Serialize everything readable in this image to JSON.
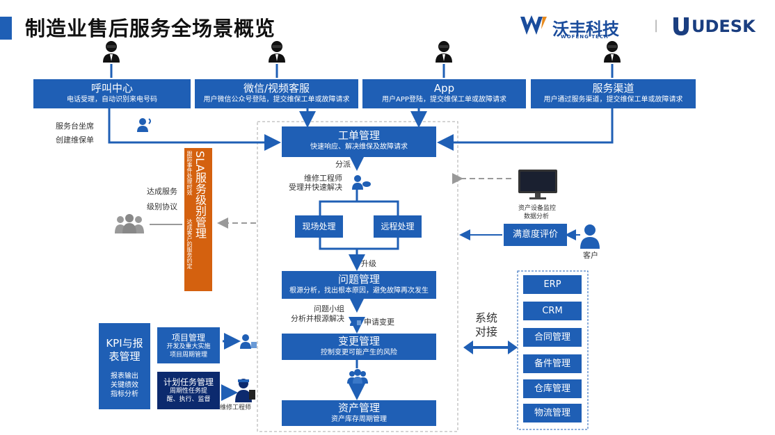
{
  "header": {
    "title": "制造业售后服务全场景概览",
    "logo_wofeng": "沃丰科技",
    "logo_wofeng_sub": "WOFENG TECH",
    "logo_divider": "|",
    "logo_udesk": "UDESK"
  },
  "channels": [
    {
      "title": "呼叫中心",
      "subtitle": "电话受理，自动识别来电号码"
    },
    {
      "title": "微信/视频客服",
      "subtitle": "用户微信公众号登陆，提交维保工单或故障请求"
    },
    {
      "title": "App",
      "subtitle": "用户APP登陆，提交维保工单或故障请求"
    },
    {
      "title": "服务渠道",
      "subtitle": "用户通过服务渠道，提交维保工单或故障请求"
    }
  ],
  "left_labels": {
    "service_desk": "服务台坐席",
    "create_ticket": "创建维保单",
    "sla_reach_1": "达成服务",
    "sla_reach_2": "级别协议"
  },
  "sla": {
    "title": "SLA服务级别管理",
    "note_1": "跟踪事件处理时效",
    "note_2": "达成客户的服务约定"
  },
  "flow": {
    "ticket": {
      "title": "工单管理",
      "subtitle": "快速响应、解决维保及故障请求"
    },
    "dispatch": "分派",
    "engineer_1": "维修工程师",
    "engineer_2": "受理并快速解决",
    "onsite": "现场处理",
    "remote": "远程处理",
    "upgrade": "升级",
    "problem": {
      "title": "问题管理",
      "subtitle": "根源分析，找出根本原因，避免故障再次发生"
    },
    "group_1": "问题小组",
    "group_2": "分析并根源解决",
    "apply_change": "申请变更",
    "change": {
      "title": "变更管理",
      "subtitle": "控制变更可能产生的风险"
    },
    "asset": {
      "title": "资产管理",
      "subtitle": "资产库存周期管理"
    }
  },
  "right": {
    "monitor_1": "资产设备监控",
    "monitor_2": "数据分析",
    "satisfaction": "满意度评价",
    "customer": "客户",
    "system_1": "系统",
    "system_2": "对接",
    "systems": [
      "ERP",
      "CRM",
      "合同管理",
      "备件管理",
      "仓库管理",
      "物流管理"
    ]
  },
  "kpi": {
    "title_1": "KPI与报",
    "title_2": "表管理",
    "desc_1": "报表输出",
    "desc_2": "关键绩效",
    "desc_3": "指标分析"
  },
  "project": {
    "title": "项目管理",
    "line_1": "开发及重大实施",
    "line_2": "项目周期管理"
  },
  "plan": {
    "title": "计划任务管理",
    "line_1": "周期性任务提",
    "line_2": "醒、执行、监督"
  },
  "repair_engineer": "维修工程师",
  "colors": {
    "primary": "#1f5fb5",
    "navy": "#0c2a6e",
    "orange": "#d4610f"
  }
}
